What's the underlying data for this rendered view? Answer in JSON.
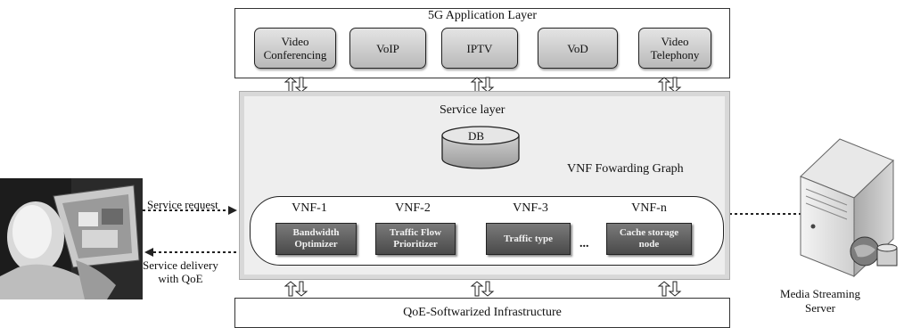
{
  "app_layer": {
    "title": "5G Application Layer",
    "apps": [
      "Video\nConferencing",
      "VoIP",
      "IPTV",
      "VoD",
      "Video\nTelephony"
    ]
  },
  "service_layer": {
    "title": "Service layer",
    "db_label": "DB",
    "graph_label": "VNF Fowarding Graph",
    "vnf_labels": [
      "VNF-1",
      "VNF-2",
      "VNF-3",
      "VNF-n"
    ],
    "vnf_boxes": [
      "Bandwidth\nOptimizer",
      "Traffic Flow\nPrioritizer",
      "Traffic type",
      "Cache storage\nnode"
    ],
    "ellipsis": "..."
  },
  "infrastructure": {
    "title": "QoE-Softwarized Infrastructure"
  },
  "client": {
    "request_label": "Service request",
    "delivery_label": "Service delivery\nwith QoE"
  },
  "server": {
    "label": "Media Streaming\nServer"
  }
}
